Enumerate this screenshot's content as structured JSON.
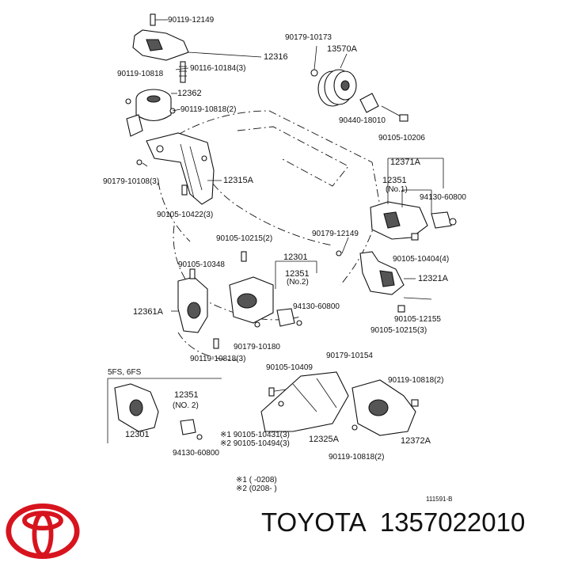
{
  "labels": {
    "p90119_12149": "90119-12149",
    "p12316": "12316",
    "p90119_10818a": "90119-10818",
    "p90116_10184": "90116-10184(3)",
    "p12362": "12362",
    "p90119_10818b": "90119-10818(2)",
    "p90179_10173": "90179-10173",
    "p13570A": "13570A",
    "p90440_18010": "90440-18010",
    "p90105_10206": "90105-10206",
    "p90179_10108": "90179-10108(3)",
    "p12315A": "12315A",
    "p90105_10422": "90105-10422(3)",
    "p12371A": "12371A",
    "p12351a": "12351",
    "p12351a_note": "(No.1)",
    "p94130_60800a": "94130-60800",
    "p90179_12149": "90179-12149",
    "p90105_10404": "90105-10404(4)",
    "p90105_10215a": "90105-10215(2)",
    "p90105_10348": "90105-10348",
    "p12301a": "12301",
    "p12351b": "12351",
    "p12351b_note": "(No.2)",
    "p12321A": "12321A",
    "p12361A": "12361A",
    "p94130_60800b": "94130-60800",
    "p90105_12155": "90105-12155",
    "p90105_10215b": "90105-10215(3)",
    "p90179_10180": "90179-10180",
    "p90119_10818c": "90119-10818(3)",
    "p90179_10154": "90179-10154",
    "p90105_10409": "90105-10409",
    "p90119_10818d": "90119-10818(2)",
    "p5fs6fs": "5FS, 6FS",
    "p12351c": "12351",
    "p12351c_note": "(NO. 2)",
    "p12301b": "12301",
    "p94130_60800c": "94130-60800",
    "p90105_10431": "※1 90105-10431(3)",
    "p90105_10494": "※2 90105-10494(3)",
    "p12325A": "12325A",
    "p90119_10818e": "90119-10818(2)",
    "p12372A": "12372A",
    "note1": "※1 (      -0208)",
    "note2": "※2 (0208-      )",
    "ref": "111591-B"
  },
  "brand": {
    "name": "TOYOTA",
    "part_number": "1357022010",
    "logo_color": "#d7141e"
  }
}
